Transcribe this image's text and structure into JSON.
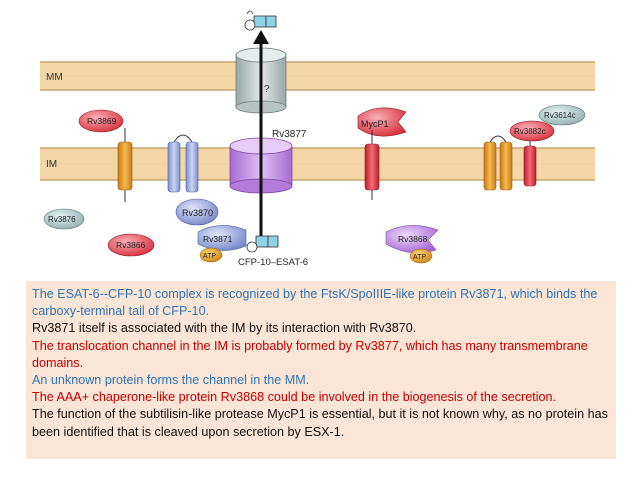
{
  "diagram": {
    "membranes": {
      "outer": "MM",
      "inner": "IM"
    },
    "proteins": {
      "rv3869": "Rv3869",
      "rv3870": "Rv3870",
      "rv3871": "Rv3871",
      "rv3877": "Rv3877",
      "rv3876": "Rv3876",
      "rv3866": "Rv3866",
      "rv3868": "Rv3868",
      "mycp1": "MycP1",
      "rv3882c": "Rv3882c",
      "rv3614c": "Rv3614c"
    },
    "atp_label": "ATP",
    "unknown_channel": "?",
    "substrate": "CFP-10–ESAT-6"
  },
  "caption": [
    {
      "text": "The ESAT-6--CFP-10 complex is recognized by the FtsK/SpoIIIE-like protein Rv3871, which binds the carboxy-terminal tail of CFP-10.",
      "color": "blue"
    },
    {
      "text": "Rv3871 itself is associated with the IM by its interaction with Rv3870.",
      "color": "black"
    },
    {
      "text": "The translocation channel in the IM is probably formed by Rv3877, which has many transmembrane domains.",
      "color": "red"
    },
    {
      "text": "An unknown protein forms the channel in the MM.",
      "color": "blue"
    },
    {
      "text": "The AAA+ chaperone-like protein Rv3868 could be involved in the biogenesis of the secretion.",
      "color": "red"
    },
    {
      "text": "The function of the subtilisin-like protease MycP1 is essential, but it is not known why, as no protein has been identified that is cleaved upon secretion by ESX-1.",
      "color": "black"
    }
  ],
  "colors": {
    "membrane": "#f3d6a6",
    "membrane_line": "#caa46e",
    "orange_protein": "#f0a330",
    "blue_protein": "#a9b9e6",
    "purple_protein": "#c594e6",
    "red_protein": "#e83a48",
    "atp": "#e7a020",
    "caption_bg": "#fbe5d6"
  }
}
